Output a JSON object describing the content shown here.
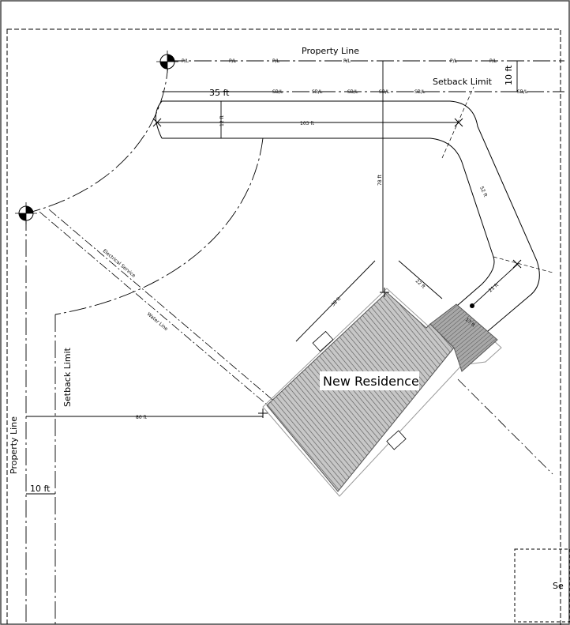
{
  "labels": {
    "property_line_top": "Property Line",
    "property_line_left": "Property Line",
    "setback_top": "Setback Limit",
    "setback_left": "Setback Limit",
    "new_residence": "New Residence",
    "electrical": "Electrical Service",
    "water": "Water Line",
    "corner_text": "Se",
    "pl_tag": "P/L",
    "sbl_tag": "SB/L"
  },
  "dimensions": {
    "d35": "35 ft",
    "d12": "12 ft",
    "d103": "103 ft",
    "d10_top": "10 ft",
    "d78": "78 ft",
    "d52": "52 ft",
    "d21": "21 ft",
    "d22": "22 ft",
    "d17": "17 ft",
    "d38": "38 ft",
    "d80": "80 ft",
    "d10_left": "10 ft"
  },
  "colors": {
    "line": "#000000",
    "house_fill": "#bdbdbd",
    "garage_fill": "#9a9a9a",
    "background": "#ffffff"
  }
}
